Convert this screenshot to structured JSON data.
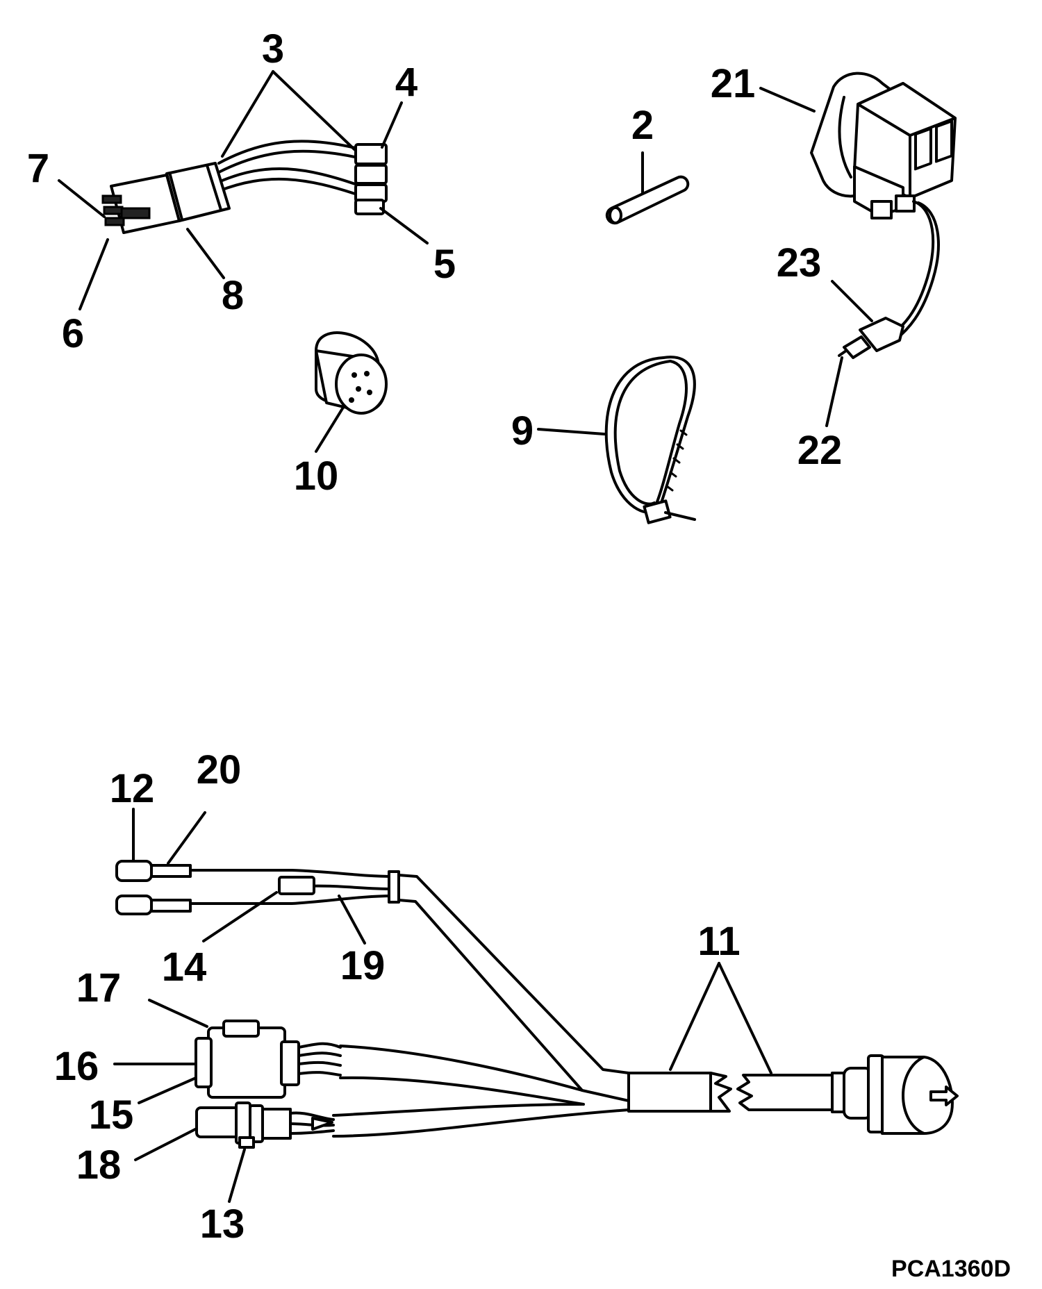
{
  "callouts": [
    "2",
    "3",
    "4",
    "5",
    "6",
    "7",
    "8",
    "9",
    "10",
    "11",
    "12",
    "13",
    "14",
    "15",
    "16",
    "17",
    "18",
    "19",
    "20",
    "21",
    "22",
    "23"
  ],
  "figure_code": "PCA1360D"
}
